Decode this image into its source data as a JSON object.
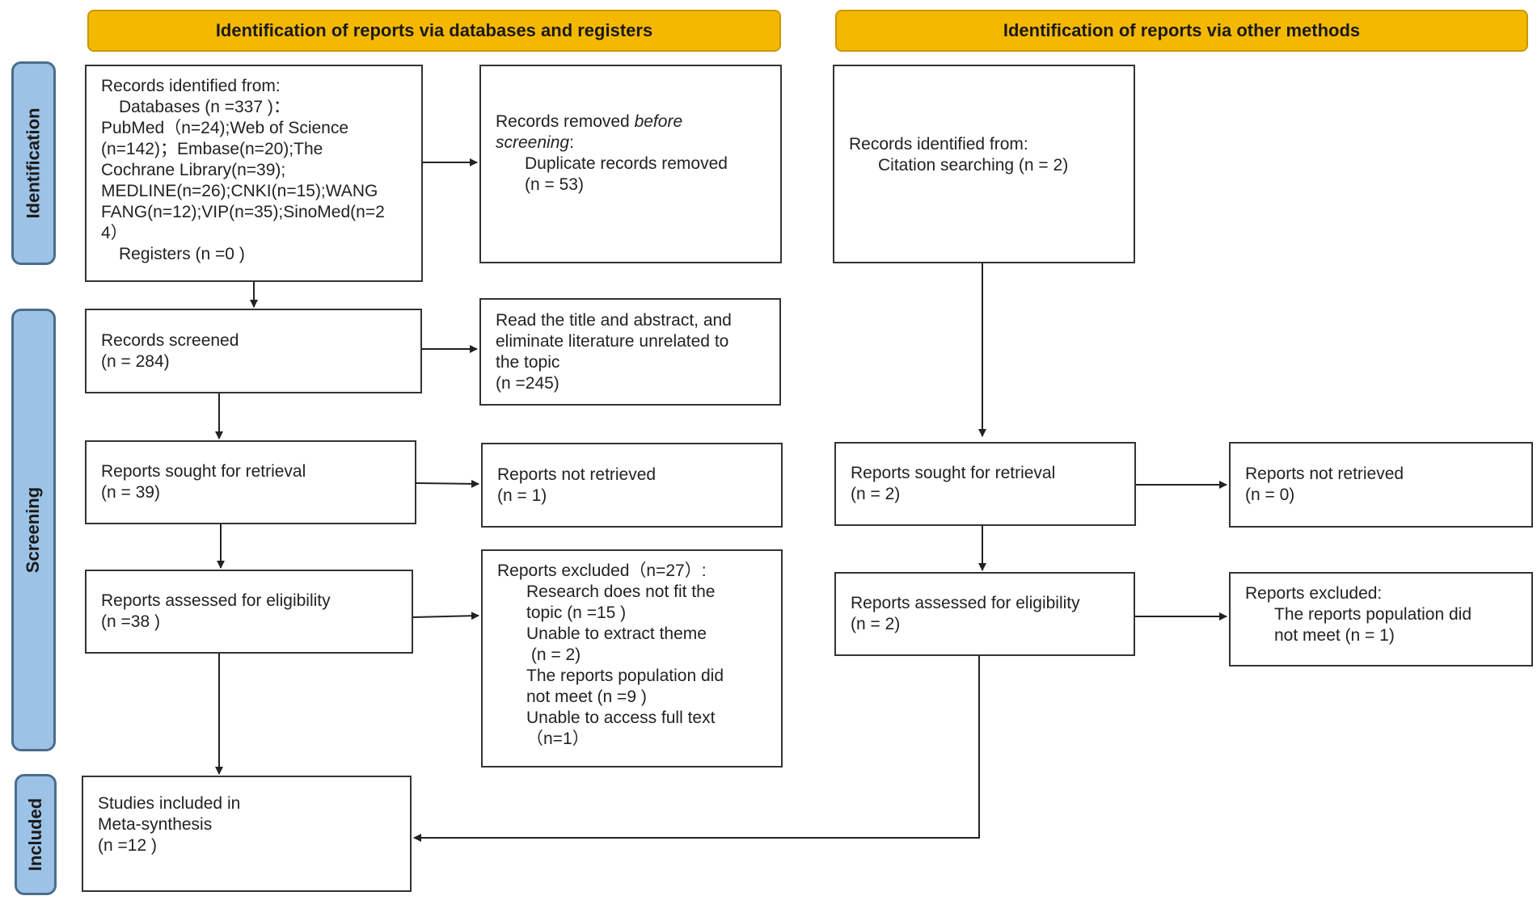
{
  "headers": {
    "left": "Identification of reports via databases and registers",
    "right": "Identification of reports via other methods"
  },
  "phases": {
    "identification": "Identification",
    "screening": "Screening",
    "included": "Included"
  },
  "boxes": {
    "records_identified": {
      "l1": "Records identified from:",
      "l2": "Databases (n =337 )：",
      "l3": "PubMed（n=24);Web of Science",
      "l4": "(n=142)；Embase(n=20);The",
      "l5": "Cochrane Library(n=39);",
      "l6": "MEDLINE(n=26);CNKI(n=15);WANG",
      "l7": "FANG(n=12);VIP(n=35);SinoMed(n=2",
      "l8": "4）",
      "l9": "Registers (n =0 )"
    },
    "records_removed": {
      "l1a": "Records removed ",
      "l1b": "before",
      "l2a": "screening",
      "l2b": ":",
      "l3": "Duplicate records removed",
      "l4": "(n = 53)"
    },
    "other_records": {
      "l1": "Records identified from:",
      "l2": "Citation searching (n = 2)"
    },
    "records_screened": {
      "l1": "Records screened",
      "l2": "(n = 284)"
    },
    "read_title": {
      "l1": "Read the title and abstract, and",
      "l2": "eliminate literature unrelated to",
      "l3": "the topic",
      "l4": "(n =245)"
    },
    "sought_left": {
      "l1": "Reports sought for retrieval",
      "l2": "(n = 39)"
    },
    "not_retrieved_left": {
      "l1": "Reports not retrieved",
      "l2": "(n = 1)"
    },
    "sought_right": {
      "l1": "Reports sought for retrieval",
      "l2": "(n = 2)"
    },
    "not_retrieved_right": {
      "l1": "Reports not retrieved",
      "l2": "(n = 0)"
    },
    "assessed_left": {
      "l1": "Reports assessed for eligibility",
      "l2": "(n =38 )"
    },
    "excluded_left": {
      "l1": "Reports excluded（n=27）:",
      "l2": "Research does not fit the",
      "l3": "topic (n =15 )",
      "l4": "Unable to extract theme",
      "l5": " (n = 2)",
      "l6": "The reports population did",
      "l7": "not meet (n =9 )",
      "l8": "Unable to access full text",
      "l9": "（n=1）"
    },
    "assessed_right": {
      "l1": "Reports assessed for eligibility",
      "l2": "(n = 2)"
    },
    "excluded_right": {
      "l1": "Reports excluded:",
      "l2": "The reports population did",
      "l3": "not meet (n = 1)"
    },
    "included": {
      "l1": "Studies included in",
      "l2": "Meta-synthesis",
      "l3": "(n =12 )"
    }
  },
  "colors": {
    "header_fill": "#f5b800",
    "phase_fill": "#9cc3e6",
    "phase_border": "#4a6d8c",
    "line": "#222222"
  }
}
